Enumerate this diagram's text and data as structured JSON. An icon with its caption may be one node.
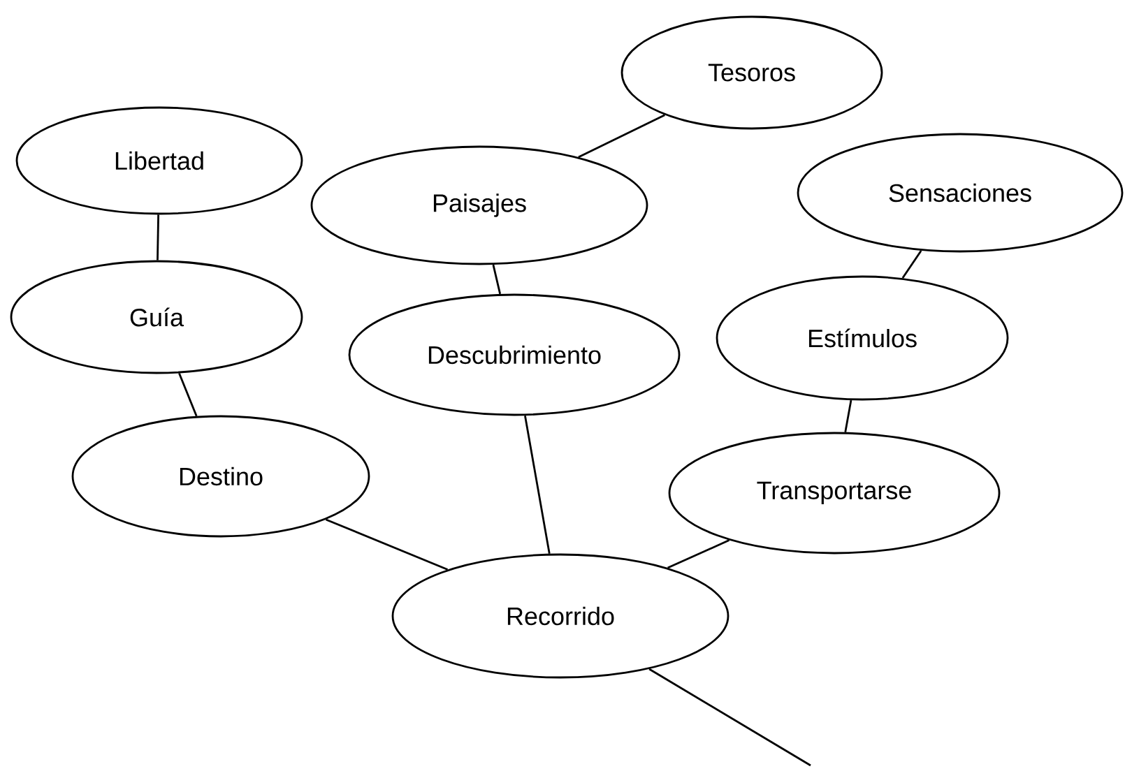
{
  "diagram": {
    "nodes": [
      {
        "text": [
          "Tesoros"
        ]
      },
      {
        "text": [
          "Libertad"
        ]
      },
      {
        "text": [
          "Paisajes"
        ]
      },
      {
        "text": [
          "Sensaciones"
        ]
      },
      {
        "text": [
          "Guía"
        ]
      },
      {
        "text": [
          "Descubrimiento"
        ]
      },
      {
        "text": [
          "Estímulos"
        ]
      },
      {
        "text": [
          "Destino"
        ]
      },
      {
        "text": [
          "Transportarse"
        ]
      },
      {
        "text": [
          "Recorrido"
        ]
      }
    ],
    "edges": [
      {
        "from": 0,
        "to": 2,
        "arrow": "none"
      },
      {
        "from": 1,
        "to": 4,
        "arrow": "none"
      },
      {
        "from": 2,
        "to": 5,
        "arrow": "none"
      },
      {
        "from": 3,
        "to": 6,
        "arrow": "none"
      },
      {
        "from": 4,
        "to": 7,
        "arrow": "none"
      },
      {
        "from": 6,
        "to": 8,
        "arrow": "none"
      },
      {
        "from": 7,
        "to": 9,
        "arrow": "none"
      },
      {
        "from": 5,
        "to": 9,
        "arrow": "none"
      },
      {
        "from": 8,
        "to": 9,
        "arrow": "none"
      },
      {
        "from": 9,
        "to": null,
        "arrow": "none"
      }
    ]
  }
}
